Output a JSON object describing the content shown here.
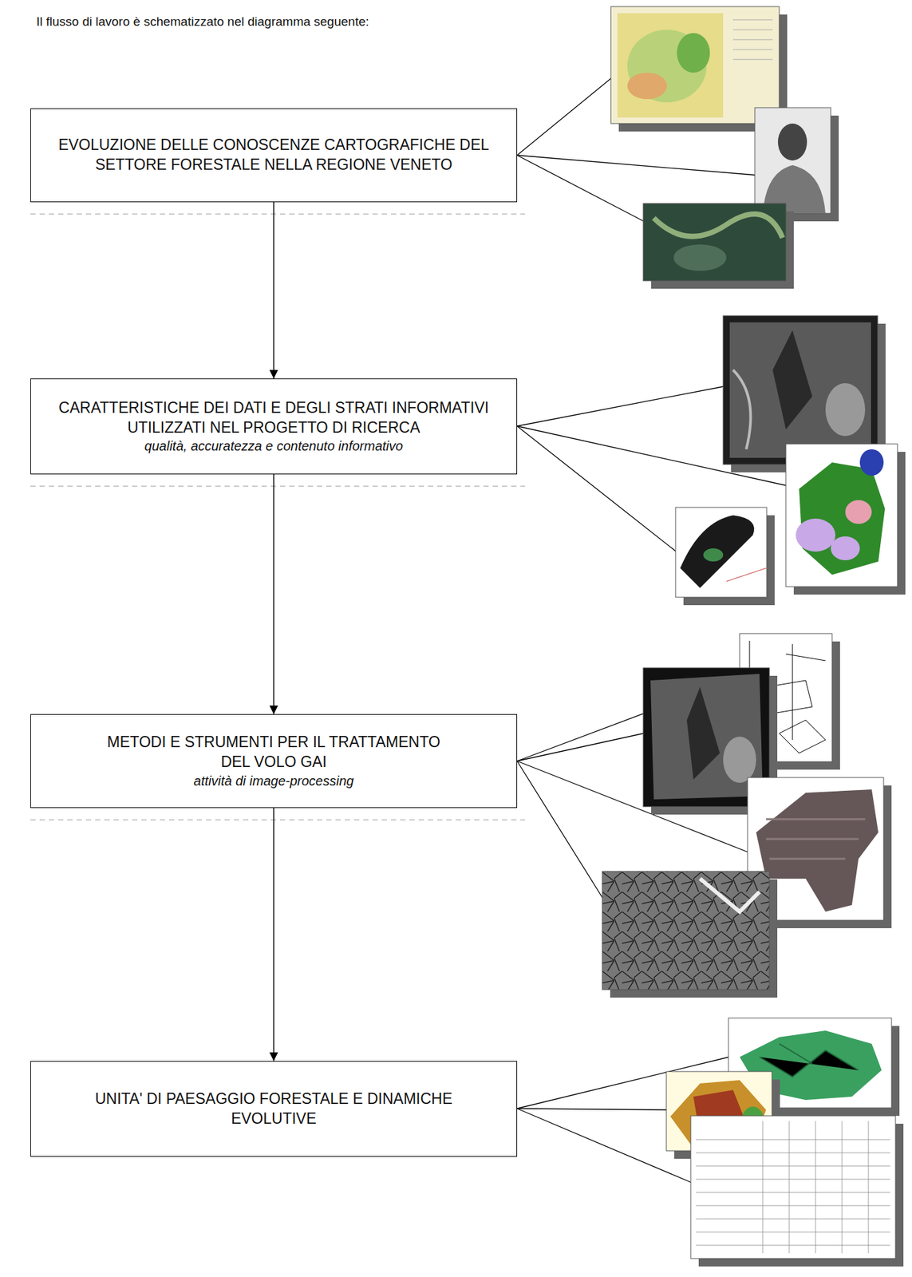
{
  "diagram": {
    "nodes": [
      {
        "text": [
          "EVOLUZIONE DELLE CONOSCENZE CARTOGRAFICHE DEL SETTORE FORESTALE NELLA REGIONE VENETO"
        ]
      },
      {
        "text": [
          "CARATTERISTICHE DEI DATI E DEGLI STRATI INFORMATIVI UTILIZZATI NEL PROGETTO DI RICERCA",
          "qualità, accuratezza e contenuto informativo"
        ]
      },
      {
        "text": [
          "METODI E STRUMENTI PER IL TRATTAMENTO DEL VOLO GAI",
          "attività di image-processing"
        ]
      },
      {
        "text": [
          "UNITA' DI PAESAGGIO FORESTALE E DINAMICHE EVOLUTIVE"
        ]
      }
    ],
    "edges": [
      {
        "from": 0,
        "to": 1,
        "arrow": "to"
      },
      {
        "from": 1,
        "to": 2,
        "arrow": "to"
      },
      {
        "from": 2,
        "to": 3,
        "arrow": "to"
      }
    ],
    "labels": [
      "Il flusso di lavoro è schematizzato nel diagramma seguente:"
    ]
  }
}
